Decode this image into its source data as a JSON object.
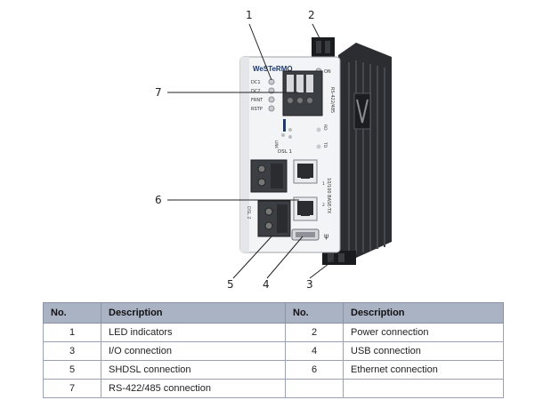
{
  "brand": "WeSTeRMO",
  "device_labels": {
    "led_1": "DC1",
    "led_2": "DC2",
    "led_3": "FRNT",
    "led_4": "RSTP",
    "status_on": "ON",
    "rs_label": "RS-422/485",
    "dsl_label": "DSL 1",
    "dsl_label_2": "DSL 2",
    "eth_label": "10/100 BASE-TX",
    "eth_1": "1",
    "eth_2": "2",
    "rd_label": "RD",
    "td_label": "TD",
    "link_label": "LINK"
  },
  "callouts": [
    "1",
    "2",
    "7",
    "6",
    "5",
    "4",
    "3"
  ],
  "table": {
    "headers": [
      "No.",
      "Description",
      "No.",
      "Description"
    ],
    "rows": [
      [
        "1",
        "LED indicators",
        "2",
        "Power connection"
      ],
      [
        "3",
        "I/O connection",
        "4",
        "USB connection"
      ],
      [
        "5",
        "SHDSL connection",
        "6",
        "Ethernet connection"
      ],
      [
        "7",
        "RS-422/485 connection",
        "",
        ""
      ]
    ]
  }
}
